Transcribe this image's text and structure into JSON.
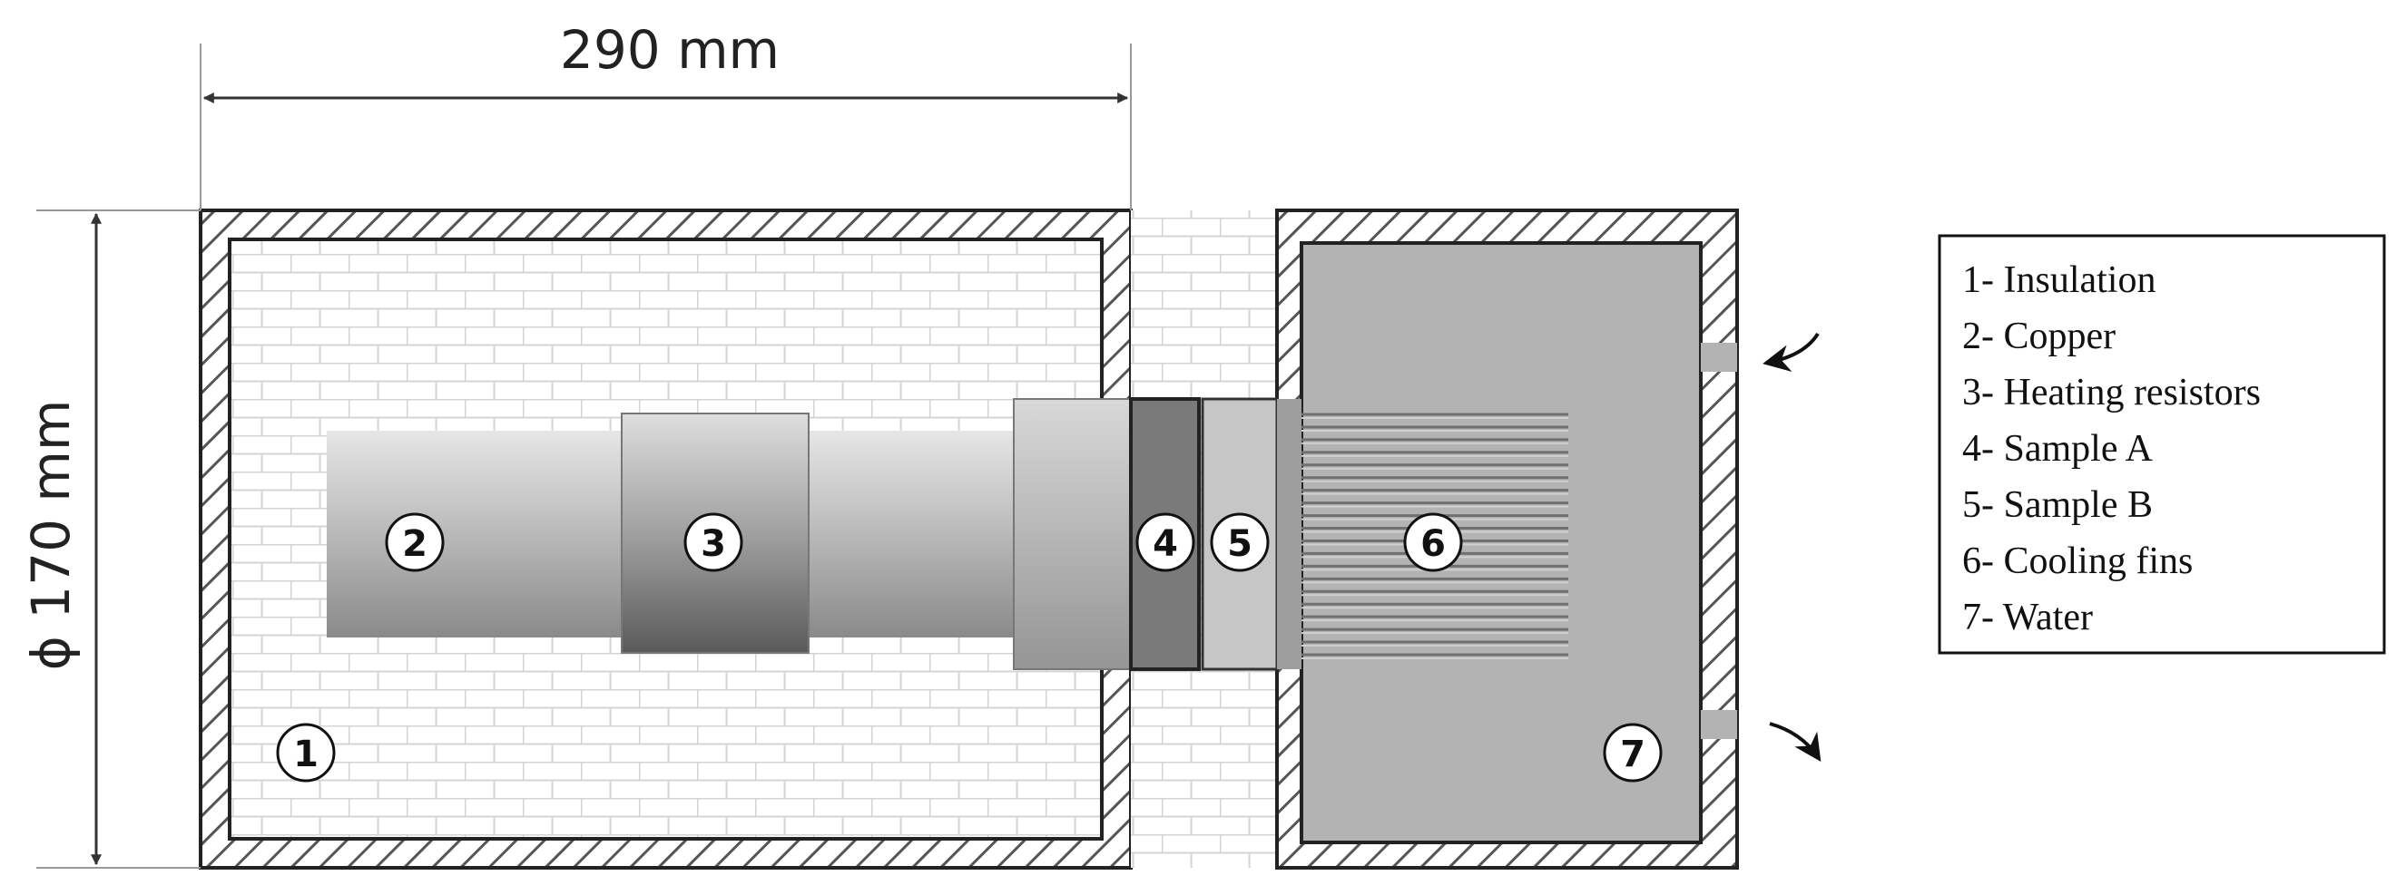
{
  "dimensions": {
    "length": "290 mm",
    "diameter": "ϕ 170 mm"
  },
  "callouts": [
    "1",
    "2",
    "3",
    "4",
    "5",
    "6",
    "7"
  ],
  "legend": [
    "1- Insulation",
    "2- Copper",
    "3- Heating resistors",
    "4- Sample A",
    "5- Sample B",
    "6- Cooling fins",
    "7- Water"
  ]
}
